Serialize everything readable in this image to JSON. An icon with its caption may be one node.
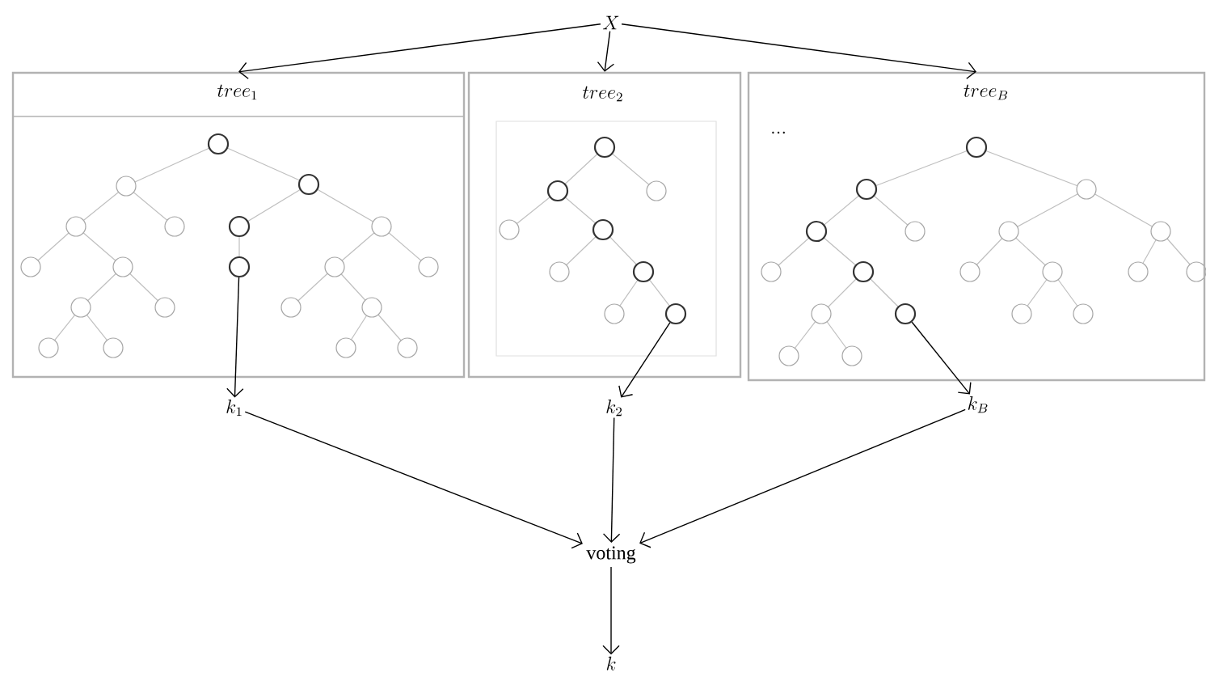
{
  "diagram": {
    "nodes": [
      {
        "text": [
          "X"
        ]
      },
      {
        "text": [
          "tree_1"
        ]
      },
      {
        "text": [
          "tree_2"
        ]
      },
      {
        "text": [
          "tree_B",
          "…"
        ]
      },
      {
        "text": [],
        "shape": "circle",
        "in": 1
      },
      {
        "text": [],
        "shape": "circle",
        "in": 2
      },
      {
        "text": [],
        "shape": "circle",
        "in": 3
      },
      {
        "text": [
          "k_1"
        ]
      },
      {
        "text": [
          "k_2"
        ]
      },
      {
        "text": [
          "k_B"
        ]
      },
      {
        "text": [
          "voting"
        ]
      },
      {
        "text": [
          "k"
        ]
      }
    ],
    "edges": [
      {
        "from": 0,
        "to": 1,
        "arrow": "to"
      },
      {
        "from": 0,
        "to": 2,
        "arrow": "to"
      },
      {
        "from": 0,
        "to": 3,
        "arrow": "to"
      },
      {
        "from": 4,
        "to": 7,
        "arrow": "to"
      },
      {
        "from": 5,
        "to": 8,
        "arrow": "to"
      },
      {
        "from": 6,
        "to": 9,
        "arrow": "to"
      },
      {
        "from": 7,
        "to": 10,
        "arrow": "to"
      },
      {
        "from": 8,
        "to": 10,
        "arrow": "to"
      },
      {
        "from": 9,
        "to": 10,
        "arrow": "to"
      },
      {
        "from": 10,
        "to": 11,
        "arrow": "to"
      }
    ]
  }
}
